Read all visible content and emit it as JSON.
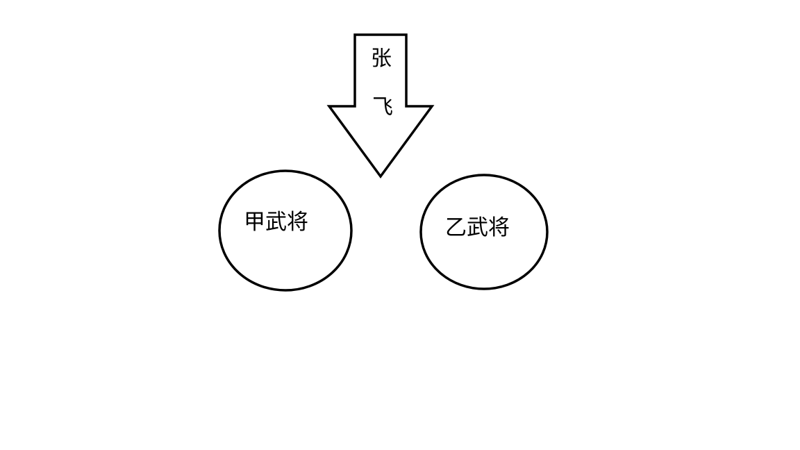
{
  "colors": {
    "background": "#ffffff",
    "stroke": "#000000"
  },
  "arrow": {
    "direction": "down",
    "label_chars": [
      "张",
      "飞"
    ]
  },
  "nodes": [
    {
      "label": "甲武将"
    },
    {
      "label": "乙武将"
    }
  ]
}
